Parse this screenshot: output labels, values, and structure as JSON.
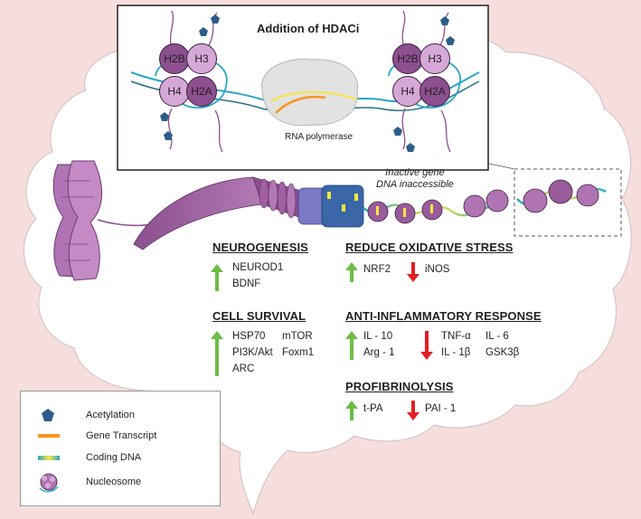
{
  "inset": {
    "title": "Addition of HDACi",
    "rna_label": "RNA polymerase",
    "histones": [
      "H2B",
      "H3",
      "H4",
      "H2A"
    ]
  },
  "inactive_label": "Inactive gene\nDNA inaccessible",
  "sections": {
    "neurogenesis": {
      "header": "NEUROGENESIS",
      "up": [
        "NEUROD1",
        "BDNF"
      ]
    },
    "oxidative": {
      "header": "REDUCE OXIDATIVE STRESS",
      "up": [
        "NRF2"
      ],
      "down": [
        "iNOS"
      ]
    },
    "survival": {
      "header": "CELL SURVIVAL",
      "up_col1": [
        "HSP70",
        "PI3K/Akt",
        "ARC"
      ],
      "up_col2": [
        "mTOR",
        "Foxm1"
      ]
    },
    "inflammatory": {
      "header": "ANTI-INFLAMMATORY RESPONSE",
      "up": [
        "IL - 10",
        "Arg - 1"
      ],
      "down_col1": [
        "TNF-α",
        "IL - 1β"
      ],
      "down_col2": [
        "IL - 6",
        "GSK3β"
      ]
    },
    "fibrinolysis": {
      "header": "PROFIBRINOLYSIS",
      "up": [
        "t-PA"
      ],
      "down": [
        "PAI - 1"
      ]
    }
  },
  "legend": {
    "items": [
      {
        "label": "Acetylation",
        "icon": "pentagon-icon"
      },
      {
        "label": "Gene Transcript",
        "icon": "orange-line-icon"
      },
      {
        "label": "Coding DNA",
        "icon": "gradient-line-icon"
      },
      {
        "label": "Nucleosome",
        "icon": "nucleosome-icon"
      }
    ]
  },
  "colors": {
    "background": "#f6dede",
    "brain": "#ffffff",
    "up_arrow": "#6cbd45",
    "down_arrow": "#e31e24",
    "histone_dark": "#8c4f8f",
    "histone_light": "#d6a8d8",
    "acetyl": "#2c5d8a",
    "transcript": "#f7941d",
    "dna": "#2aa6c4"
  }
}
